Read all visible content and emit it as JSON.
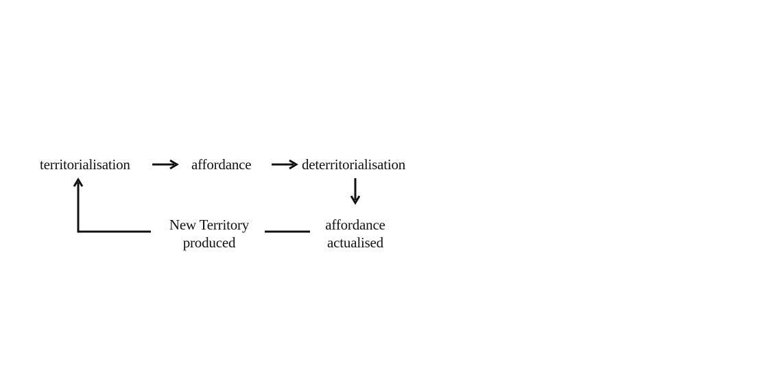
{
  "nodes": {
    "territorialisation": "territorialisation",
    "affordance": "affordance",
    "deterritorialisation": "deterritorialisation",
    "new_territory": {
      "line1": "New Territory",
      "line2": "produced"
    },
    "affordance_actualised": {
      "line1": "affordance",
      "line2": "actualised"
    }
  },
  "edges": [
    {
      "from": "territorialisation",
      "to": "affordance",
      "style": "arrow"
    },
    {
      "from": "affordance",
      "to": "deterritorialisation",
      "style": "arrow"
    },
    {
      "from": "deterritorialisation",
      "to": "affordance_actualised",
      "style": "arrow"
    },
    {
      "from": "affordance_actualised",
      "to": "new_territory",
      "style": "line"
    },
    {
      "from": "new_territory",
      "to": "territorialisation",
      "style": "elbow-arrow"
    }
  ],
  "colors": {
    "ink": "#111111",
    "background": "#ffffff"
  }
}
